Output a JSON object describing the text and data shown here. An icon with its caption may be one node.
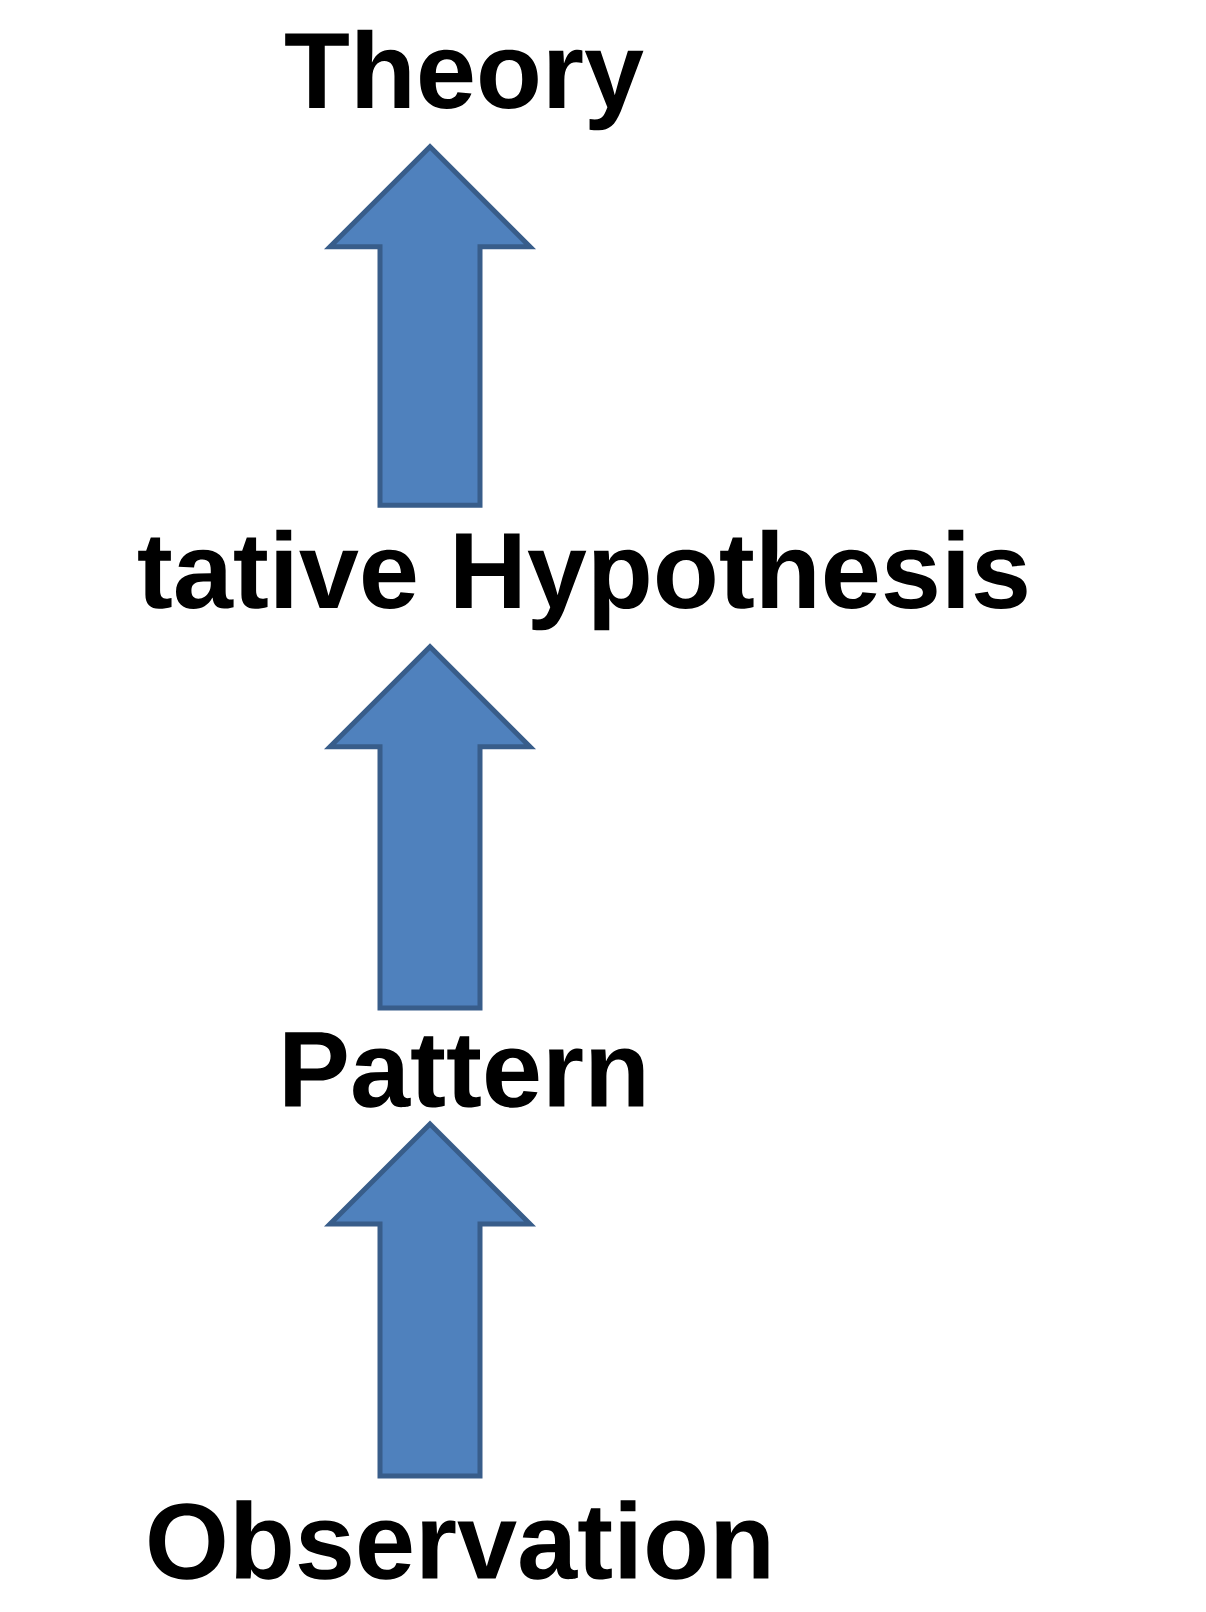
{
  "diagram": {
    "nodes": [
      {
        "text": [
          "Theory"
        ]
      },
      {
        "text": [
          "tative Hypothesis"
        ]
      },
      {
        "text": [
          "Pattern"
        ]
      },
      {
        "text": [
          "Observation"
        ]
      }
    ],
    "edges": [
      {
        "from": 3,
        "to": 2,
        "arrow": "to"
      },
      {
        "from": 2,
        "to": 1,
        "arrow": "to"
      },
      {
        "from": 1,
        "to": 0,
        "arrow": "to"
      }
    ]
  }
}
